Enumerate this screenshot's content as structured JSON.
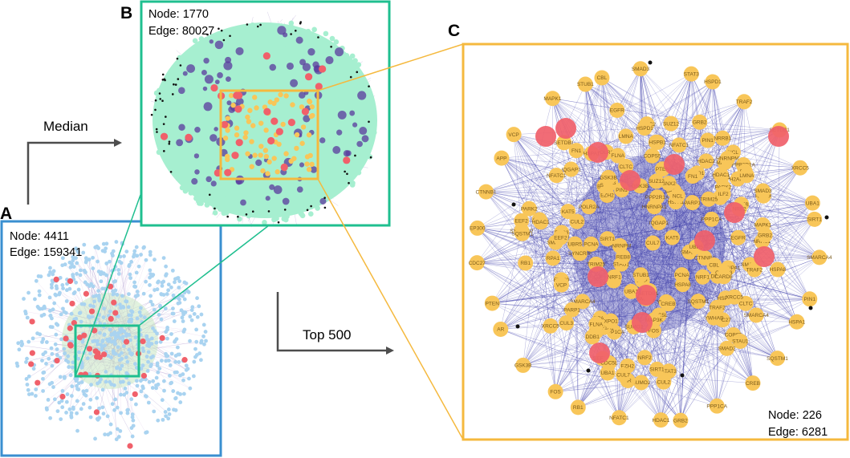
{
  "colors": {
    "panel_a_border": "#3a8fd0",
    "panel_b_border": "#1fbf8f",
    "panel_c_border": "#f5b93e",
    "node_blue": "#a9d3f0",
    "node_mint": "#a6efd0",
    "node_yellow": "#f8c659",
    "node_red": "#f0606a",
    "edge_purple": "#5a3a9e",
    "edge_blue": "#3b3ba8",
    "arrow": "#4d4d4d"
  },
  "panel_a": {
    "letter": "A",
    "node_text": "Node:  4411",
    "edge_text": "Edge:  159341"
  },
  "panel_b": {
    "letter": "B",
    "node_text": "Node:  1770",
    "edge_text": "Edge:  80027"
  },
  "panel_c": {
    "letter": "C",
    "node_text": "Node:  226",
    "edge_text": "Edge:  6281",
    "gene_labels": [
      "SMAD3",
      "STAT3",
      "HSPD1",
      "TRAF2",
      "SETDB1",
      "XRCC5",
      "UBA1",
      "SIRT1",
      "SMARCA4",
      "PIN1",
      "HSPA1",
      "SQSTM1",
      "CREB",
      "PPP1CA",
      "GRB2",
      "HDAC1",
      "NFATC1",
      "RB1",
      "FOS",
      "GSK3B",
      "AR",
      "PTEN",
      "CDC27",
      "EP300",
      "CTNNB1",
      "APP",
      "VCP",
      "MAPK1",
      "STUB1",
      "CBL",
      "NRRB1",
      "PARP1",
      "CASP3",
      "FUS",
      "CLTC",
      "KAT5",
      "H2AFX",
      "EGFR",
      "PCNA",
      "POLR2A",
      "EEF1A1",
      "XPO1",
      "CUL2",
      "BAG3",
      "SNX2",
      "SUMO2",
      "HDAC2",
      "EZH2",
      "REB8",
      "MAP3K",
      "PARK2",
      "COPS5",
      "CUL7",
      "SMAD1",
      "SMAD2",
      "RPA1",
      "FN1",
      "UBR5",
      "CUL3",
      "NCL",
      "STAU1",
      "EEF2",
      "ILF2",
      "YWHAB",
      "HNRNPA1",
      "CDC5L",
      "FLNA",
      "NRF1",
      "NRF2",
      "DDB1",
      "CARD8",
      "PPP2R1A",
      "HNRNPM",
      "SUZ12",
      "SYNCRIP",
      "HSPB1",
      "HSPA8",
      "LMNA",
      "IQGAP1",
      "TRIM25"
    ]
  },
  "arrows": {
    "median_label": "Median",
    "top500_label": "Top 500"
  }
}
